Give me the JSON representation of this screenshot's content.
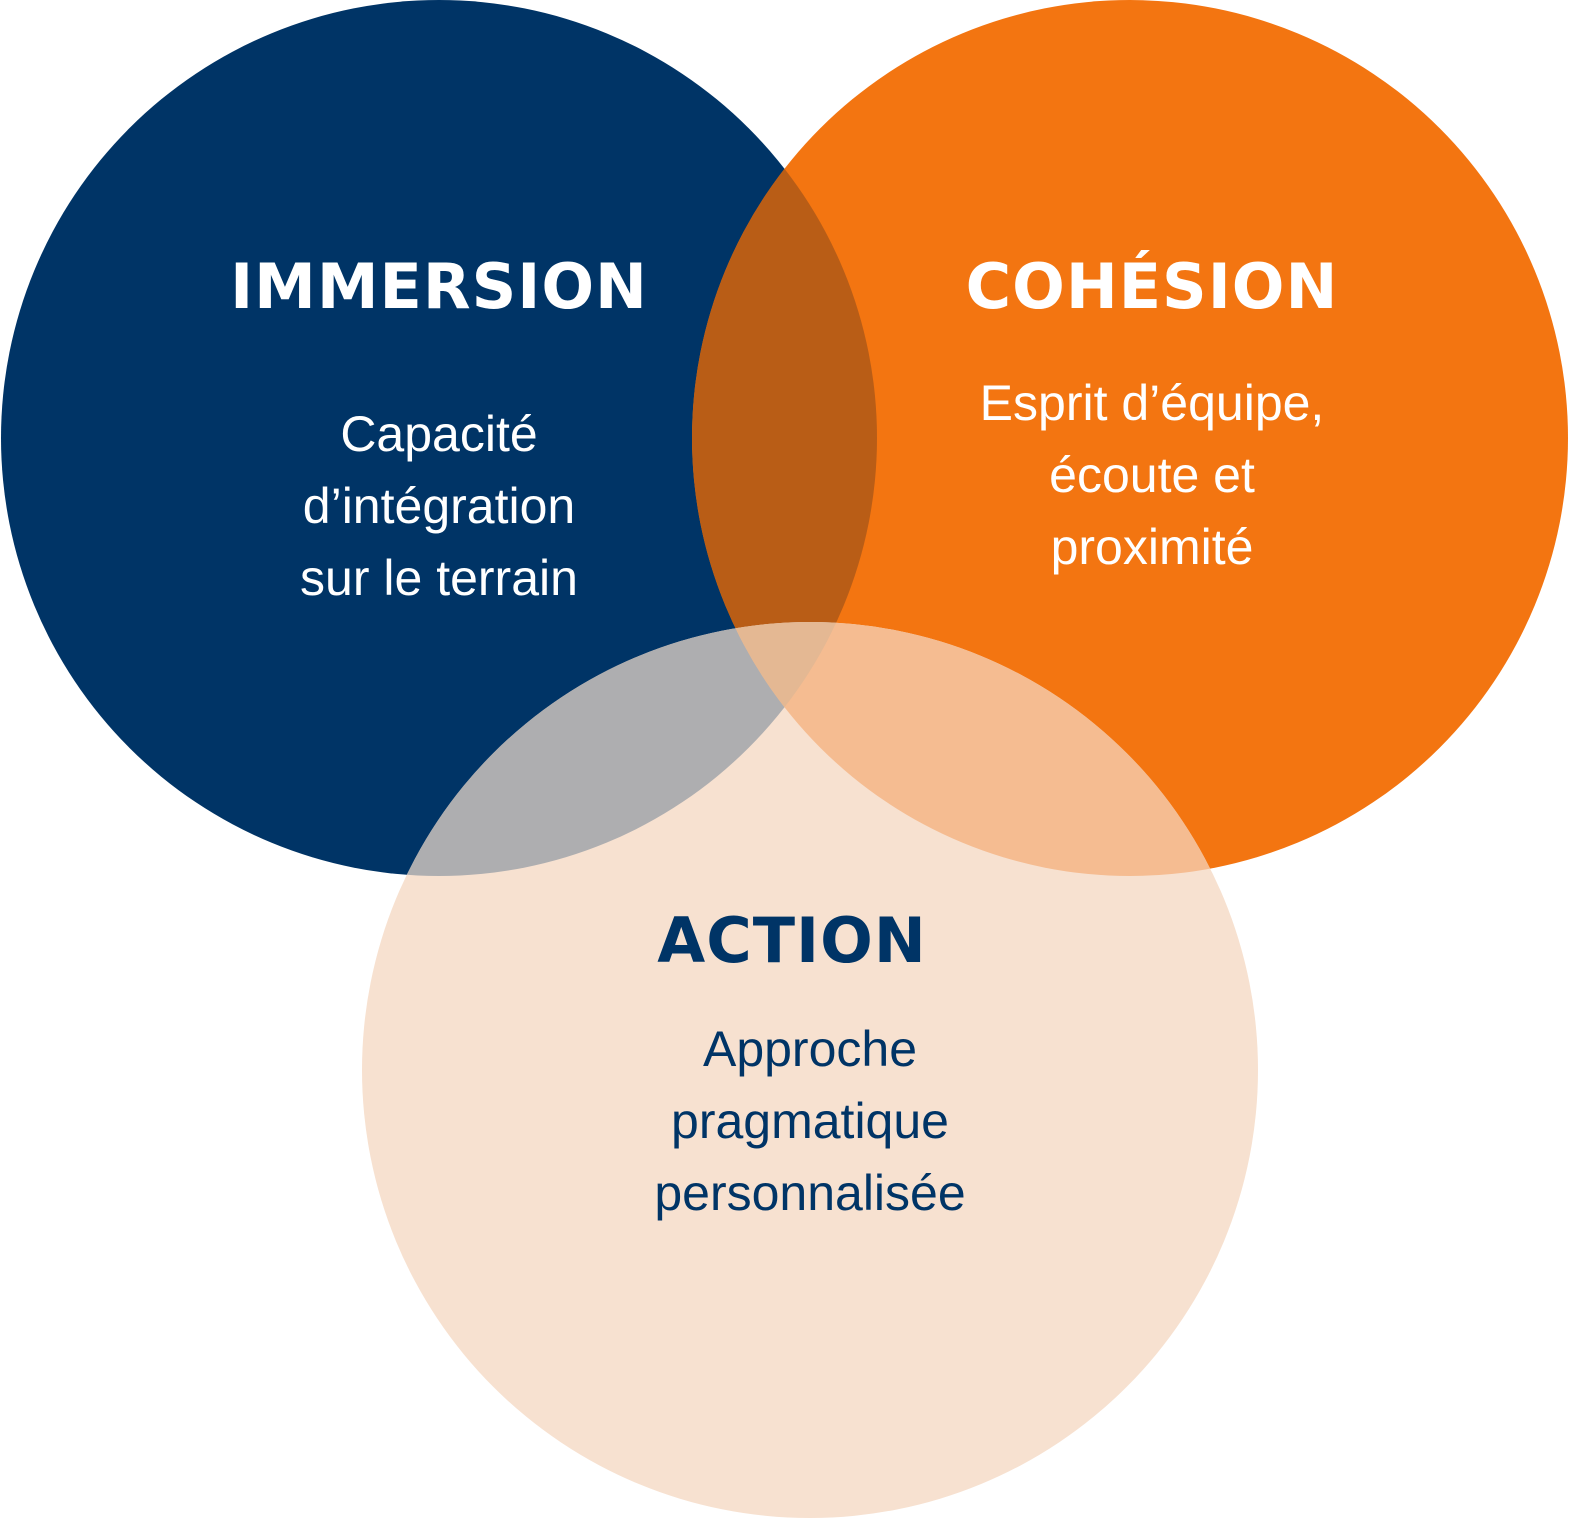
{
  "colors": {
    "navy": "#003466",
    "orange": "#F37511",
    "peach": "#F7E1D0",
    "navy_orange": "#B95D16",
    "navy_peach": "#AEAEB0",
    "orange_peach": "#F5BC91",
    "all_three": "#E4B893",
    "white": "#FFFFFF"
  },
  "sets": [
    {
      "id": "immersion",
      "title": "IMMERSION",
      "description_lines": [
        "Capacité",
        "d’intégration",
        "sur le terrain"
      ]
    },
    {
      "id": "cohesion",
      "title": "COHÉSION",
      "description_lines": [
        "Esprit d’équipe,",
        "écoute et",
        "proximité"
      ]
    },
    {
      "id": "action",
      "title": "ACTION",
      "description_lines": [
        "Approche",
        "pragmatique",
        "personnalisée"
      ]
    }
  ]
}
